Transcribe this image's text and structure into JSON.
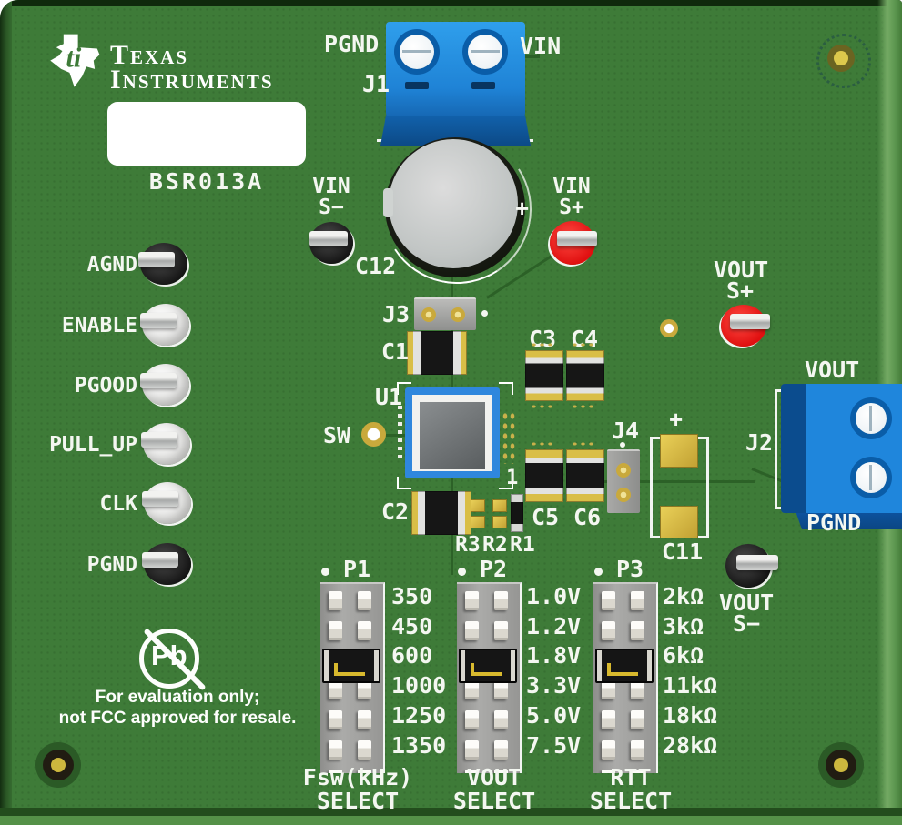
{
  "brand": {
    "line1": "Texas",
    "line2": "Instruments"
  },
  "board_label": "BSR013A",
  "input": {
    "j1_ref": "J1",
    "j1_left": "PGND",
    "j1_right": "VIN",
    "c12_ref": "C12",
    "c12_plus": "+",
    "vin_sminus": {
      "l1": "VIN",
      "l2": "S−"
    },
    "vin_splus": {
      "l1": "VIN",
      "l2": "S+"
    }
  },
  "output": {
    "j2_ref": "J2",
    "j2_top": "VOUT",
    "j2_bottom": "PGND",
    "vout_splus": {
      "l1": "VOUT",
      "l2": "S+"
    },
    "vout_sminus": {
      "l1": "VOUT",
      "l2": "S−"
    }
  },
  "test_points": [
    {
      "name": "AGND"
    },
    {
      "name": "ENABLE"
    },
    {
      "name": "PGOOD"
    },
    {
      "name": "PULL_UP"
    },
    {
      "name": "CLK"
    },
    {
      "name": "PGND"
    }
  ],
  "center": {
    "j3": "J3",
    "j4": "J4",
    "u1": "U1",
    "u1_pin1": "1",
    "sw": "SW",
    "c1": "C1",
    "c2": "C2",
    "c3": "C3",
    "c4": "C4",
    "c5": "C5",
    "c6": "C6",
    "c11": "C11",
    "c11_plus": "+",
    "r3": "R3",
    "r2": "R2",
    "r1": "R1"
  },
  "headers": [
    {
      "ref": "P1",
      "title1": "Fsw(kHz)",
      "title2": "SELECT",
      "selected": "600",
      "options": [
        "350",
        "450",
        "600",
        "1000",
        "1250",
        "1350"
      ]
    },
    {
      "ref": "P2",
      "title1": "VOUT",
      "title2": "SELECT",
      "selected": "1.8V",
      "options": [
        "1.0V",
        "1.2V",
        "1.8V",
        "3.3V",
        "5.0V",
        "7.5V"
      ]
    },
    {
      "ref": "P3",
      "title1": "RTT",
      "title2": "SELECT",
      "selected": "6kΩ",
      "options": [
        "2kΩ",
        "3kΩ",
        "6kΩ",
        "11kΩ",
        "18kΩ",
        "28kΩ"
      ]
    }
  ],
  "compliance": {
    "pb_free": "Pb",
    "note1": "For evaluation only;",
    "note2": "not FCC approved for resale."
  },
  "colors": {
    "pcb_green": "#3E7B38",
    "silkscreen": "#FFFFFF",
    "connector_blue": "#1F86DC",
    "test_point_red": "#E31414",
    "gold": "#D7B944"
  }
}
